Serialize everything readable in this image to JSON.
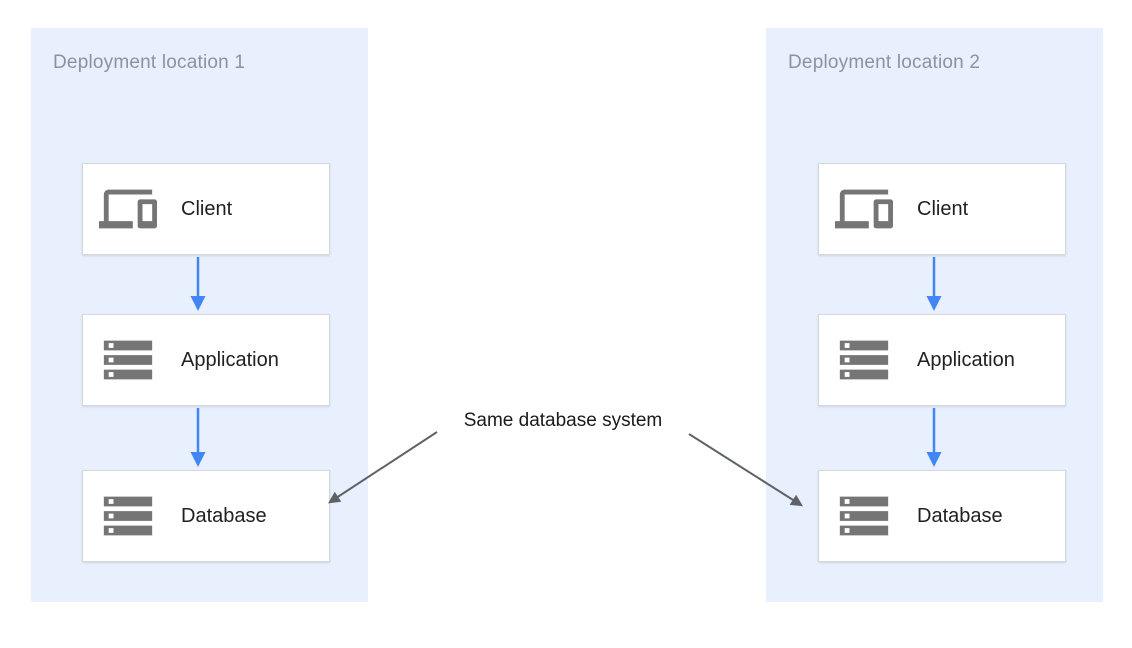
{
  "diagram": {
    "panels": [
      {
        "title": "Deployment location 1",
        "nodes": [
          {
            "label": "Client",
            "icon": "devices-icon"
          },
          {
            "label": "Application",
            "icon": "storage-icon"
          },
          {
            "label": "Database",
            "icon": "storage-icon"
          }
        ]
      },
      {
        "title": "Deployment location 2",
        "nodes": [
          {
            "label": "Client",
            "icon": "devices-icon"
          },
          {
            "label": "Application",
            "icon": "storage-icon"
          },
          {
            "label": "Database",
            "icon": "storage-icon"
          }
        ]
      }
    ],
    "annotation": "Same database system",
    "flow": [
      "Client -> Application",
      "Application -> Database"
    ],
    "colors": {
      "panel_background": "#e8f0fe",
      "box_border": "#d5d8dc",
      "icon_gray": "#757575",
      "flow_arrow_blue": "#4285f4",
      "annotation_arrow_gray": "#5f6368",
      "panel_title_gray": "#8d939c",
      "label_dark": "#212121"
    }
  }
}
